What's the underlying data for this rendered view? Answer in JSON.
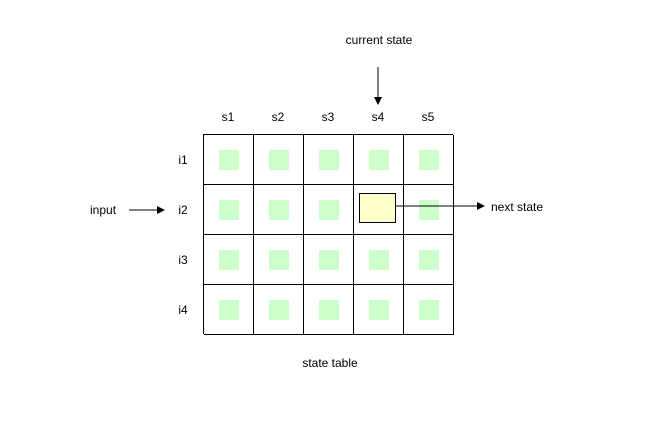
{
  "diagram": {
    "current_state_label": "current state",
    "input_label": "input",
    "next_state_label": "next state",
    "caption": "state table",
    "columns": [
      "s1",
      "s2",
      "s3",
      "s4",
      "s5"
    ],
    "rows": [
      "i1",
      "i2",
      "i3",
      "i4"
    ],
    "highlighted_cell": {
      "row": "i2",
      "column": "s4"
    },
    "colors": {
      "cell_fill": "#ccffcc",
      "highlight_fill": "#ffffcc",
      "line": "#000000"
    }
  }
}
